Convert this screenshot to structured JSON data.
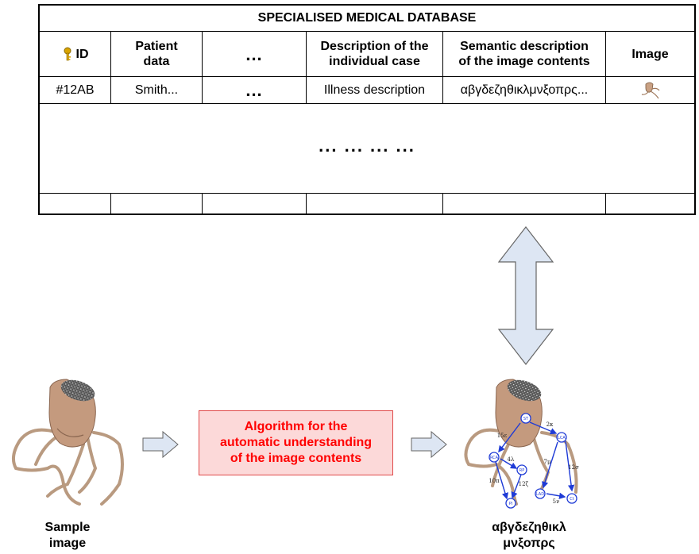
{
  "database": {
    "title": "SPECIALISED MEDICAL DATABASE",
    "headers": {
      "id": "ID",
      "patient_line1": "Patient",
      "patient_line2": "data",
      "ellipsis": "...",
      "desc_line1": "Description of the",
      "desc_line2": "individual case",
      "sem_line1": "Semantic description",
      "sem_line2": "of the image contents",
      "image": "Image"
    },
    "row": {
      "id": "#12AB",
      "patient": "Smith...",
      "ellipsis": "...",
      "description": "Illness description",
      "semantic": "αβγδεζηθικλμνξοπρς..."
    },
    "more_rows": "... ... ... ..."
  },
  "algorithm": {
    "line1": "Algorithm for the",
    "line2": "automatic understanding",
    "line3": "of the image contents"
  },
  "captions": {
    "sample_line1": "Sample",
    "sample_line2": "image",
    "result_line1": "αβγδεζηθικλ",
    "result_line2": "μνξοπρς"
  },
  "graph": {
    "node_labels": [
      "ST",
      "LCA",
      "RCA",
      "RP",
      "Ct",
      "LAD",
      "PI"
    ],
    "edge_labels": [
      "15ε",
      "2κ",
      "4λ",
      "7μ",
      "12σ",
      "10π",
      "12ζ",
      "5ν"
    ]
  },
  "colors": {
    "algo_fill": "#fcd9d9",
    "algo_border": "#e04a4a",
    "algo_text": "#ff0000",
    "arrow_fill": "#dde6f3",
    "graph_blue": "#1f3bd6",
    "key_gold": "#d9a400"
  }
}
